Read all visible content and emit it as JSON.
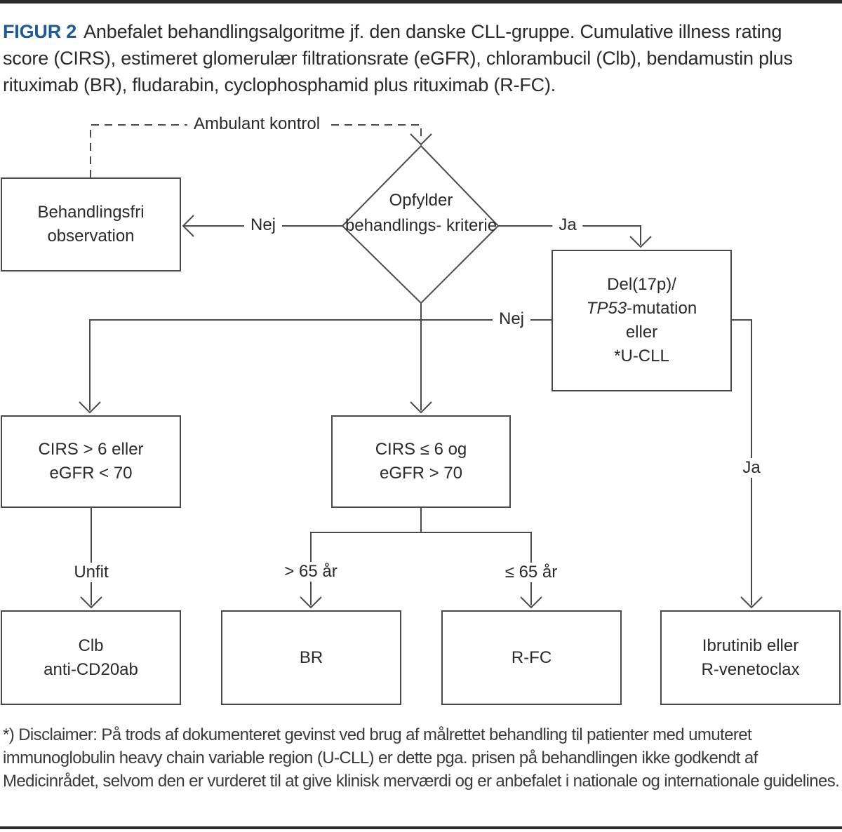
{
  "page": {
    "accent_color": "#1d5a99",
    "line_color": "#4a4a4a",
    "title": {
      "label": "FIGUR 2",
      "caption": "Anbefalet behandlingsalgoritme jf. den danske CLL-gruppe. Cumulative illness rating score (CIRS), estimeret glomerulær filtrationsrate (eGFR), chlorambucil (Clb), bendamustin plus rituximab (BR), fludarabin, cyclophosphamid plus rituximab (R-FC)."
    },
    "disclaimer": "*) Disclaimer: På trods af dokumenteret gevinst ved brug af målrettet behandling til patienter med umuteret immunoglobulin heavy chain variable region (U-CLL) er dette pga. prisen på behandlingen ikke godkendt af Medicinrådet, selvom den er vurderet til at give klinisk merværdi og er anbefalet i nationale og internationale guidelines."
  },
  "flowchart": {
    "labels": {
      "ambulant": "Ambulant kontrol",
      "nej1": "Nej",
      "ja1": "Ja",
      "nej2": "Nej",
      "ja2": "Ja",
      "unfit": "Unfit",
      "over65": "> 65 år",
      "under65": "≤ 65 år"
    },
    "nodes": {
      "decision": {
        "line1": "Opfylder",
        "line2": "behandlings-",
        "line3": "kriterie"
      },
      "observation": {
        "line1": "Behandlingsfri",
        "line2": "observation"
      },
      "del17p": {
        "line1": "Del(17p)/",
        "line2_italic": "TP53",
        "line2_rest": "-mutation",
        "line3": "eller",
        "line4": "*U-CLL"
      },
      "cirs_high": {
        "line1": "CIRS > 6 eller",
        "line2": "eGFR < 70"
      },
      "cirs_low": {
        "line1": "CIRS ≤ 6 og",
        "line2": "eGFR > 70"
      },
      "clb": {
        "line1": "Clb",
        "line2": "anti-CD20ab"
      },
      "br": {
        "line1": "BR"
      },
      "rfc": {
        "line1": "R-FC"
      },
      "ibrutinib": {
        "line1": "Ibrutinib eller",
        "line2": "R-venetoclax"
      }
    }
  }
}
